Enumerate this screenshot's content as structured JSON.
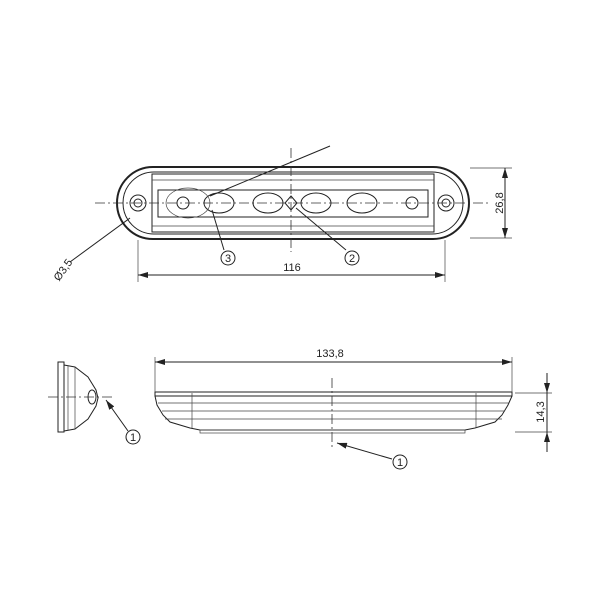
{
  "top_view": {
    "dim_length": "116",
    "dim_height": "26,8",
    "dim_hole": "Ø3,5",
    "callouts": [
      "3",
      "2"
    ]
  },
  "side_view": {
    "callout": "1"
  },
  "front_view": {
    "dim_length": "133,8",
    "dim_height": "14,3",
    "callout": "1"
  }
}
